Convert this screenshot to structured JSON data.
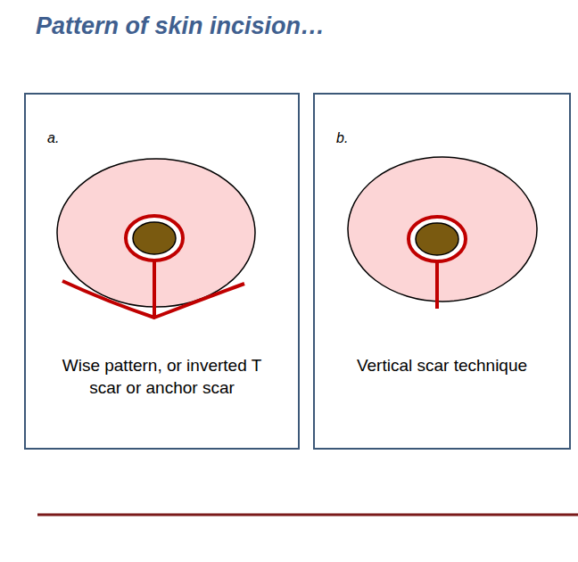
{
  "diagram": {
    "title": "Pattern of skin incision…",
    "nodes": [
      {
        "text": [
          "a.",
          "Wise pattern, or inverted T scar or anchor scar"
        ]
      },
      {
        "text": [
          "b.",
          "Vertical scar technique"
        ]
      }
    ]
  }
}
